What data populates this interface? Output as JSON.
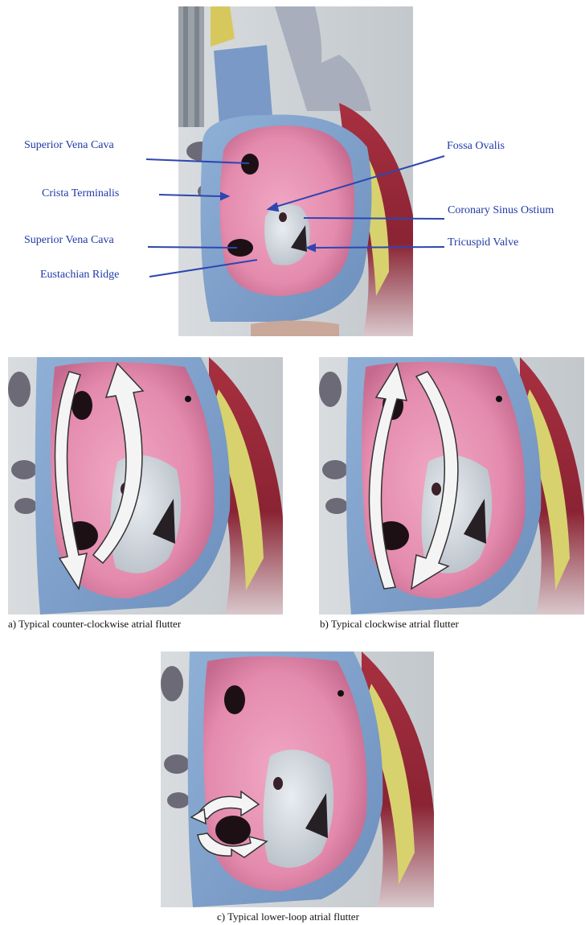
{
  "labels": {
    "superior_vena_cava_top": "Superior Vena Cava",
    "crista_terminalis": "Crista Terminalis",
    "superior_vena_cava_bottom": "Superior Vena Cava",
    "eustachian_ridge": "Eustachian Ridge",
    "fossa_ovalis": "Fossa Ovalis",
    "coronary_sinus_ostium": "Coronary Sinus Ostium",
    "tricuspid_valve": "Tricuspid Valve"
  },
  "captions": {
    "a": "a) Typical counter-clockwise atrial flutter",
    "b": "b) Typical clockwise atrial flutter",
    "c": "c) Typical lower-loop atrial flutter"
  },
  "colors": {
    "label_blue": "#1f3aa8",
    "leader_line": "#2e46b0",
    "atrium_pink": "#e58fae",
    "wall_blue": "#7f9fc8",
    "muscle_red": "#8e2434",
    "fat_yellow": "#d9cf6a",
    "valve_gray": "#c9cfd6",
    "arrow_white": "#f4f4f4"
  }
}
